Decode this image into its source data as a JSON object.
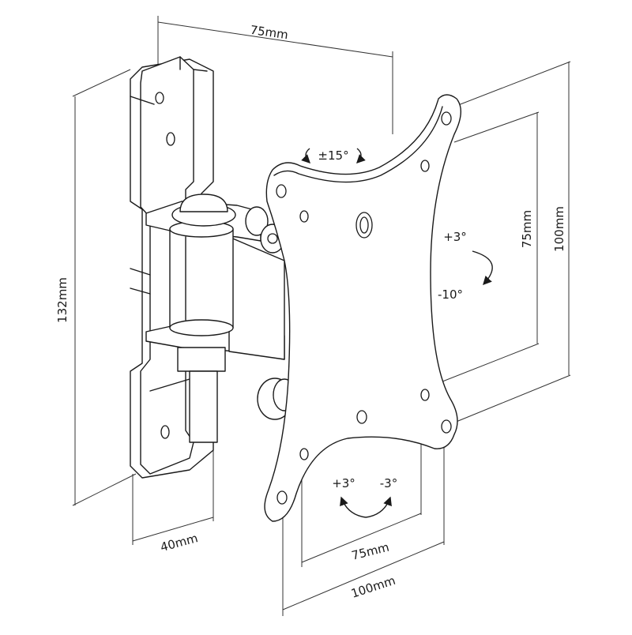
{
  "dimensions": {
    "top_width": "75mm",
    "total_height": "132mm",
    "wall_depth": "40mm",
    "vesa_vertical_small": "75mm",
    "vesa_vertical_large": "100mm",
    "vesa_horizontal_small": "75mm",
    "vesa_horizontal_large": "100mm"
  },
  "adjustments": {
    "swivel": "±15°",
    "tilt_up": "+3°",
    "tilt_down": "-10°",
    "rotate_left": "+3°",
    "rotate_right": "-3°"
  },
  "colors": {
    "line": "#1a1a1a",
    "background": "#ffffff"
  }
}
